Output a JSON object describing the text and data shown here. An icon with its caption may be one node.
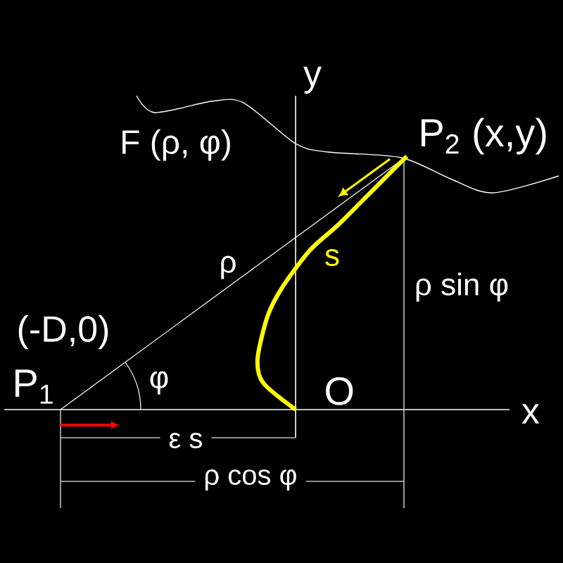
{
  "diagram": {
    "nodes": [
      {
        "text": [
          "P$_{1}$"
        ],
        "beside": [
          "(-D,0)"
        ]
      },
      {
        "text": [
          "P$_{2}$ (x,y)"
        ]
      },
      {
        "text": [
          "O"
        ]
      }
    ],
    "edges": [
      {
        "from": 0,
        "to": 1,
        "arrow": "none",
        "label": "ρ"
      },
      {
        "from": 1,
        "to": 2,
        "arrow": "none",
        "label": "s",
        "color": "#ffff00",
        "style": "thick"
      }
    ],
    "labels": [
      "y",
      "F (ρ, φ)",
      "ρ sin φ",
      "φ",
      "x",
      "ε s",
      "ρ cos φ"
    ]
  }
}
